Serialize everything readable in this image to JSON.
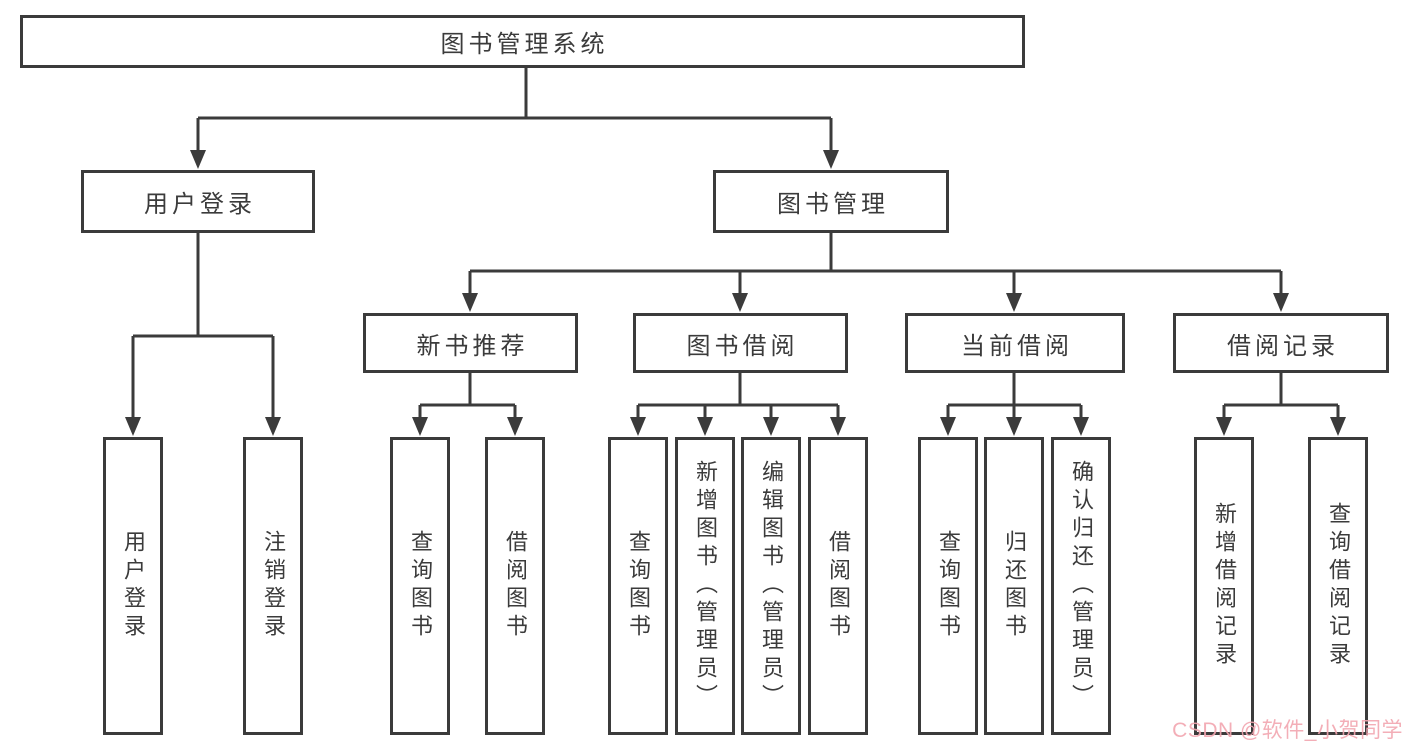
{
  "watermark": "CSDN @软件_小贺同学",
  "colors": {
    "line": "#3b3b3b",
    "text": "#3b3b3b",
    "watermark": "#f2a6b0",
    "background": "#ffffff"
  },
  "tree": {
    "root": "图书管理系统",
    "branches": [
      {
        "label": "用户登录",
        "children": [
          {
            "label": "用户登录"
          },
          {
            "label": "注销登录"
          }
        ]
      },
      {
        "label": "图书管理",
        "children": [
          {
            "label": "新书推荐",
            "children": [
              {
                "label": "查询图书"
              },
              {
                "label": "借阅图书"
              }
            ]
          },
          {
            "label": "图书借阅",
            "children": [
              {
                "label": "查询图书"
              },
              {
                "label": "新增图书（管理员）"
              },
              {
                "label": "编辑图书（管理员）"
              },
              {
                "label": "借阅图书"
              }
            ]
          },
          {
            "label": "当前借阅",
            "children": [
              {
                "label": "查询图书"
              },
              {
                "label": "归还图书"
              },
              {
                "label": "确认归还（管理员）"
              }
            ]
          },
          {
            "label": "借阅记录",
            "children": [
              {
                "label": "新增借阅记录"
              },
              {
                "label": "查询借阅记录"
              }
            ]
          }
        ]
      }
    ]
  }
}
